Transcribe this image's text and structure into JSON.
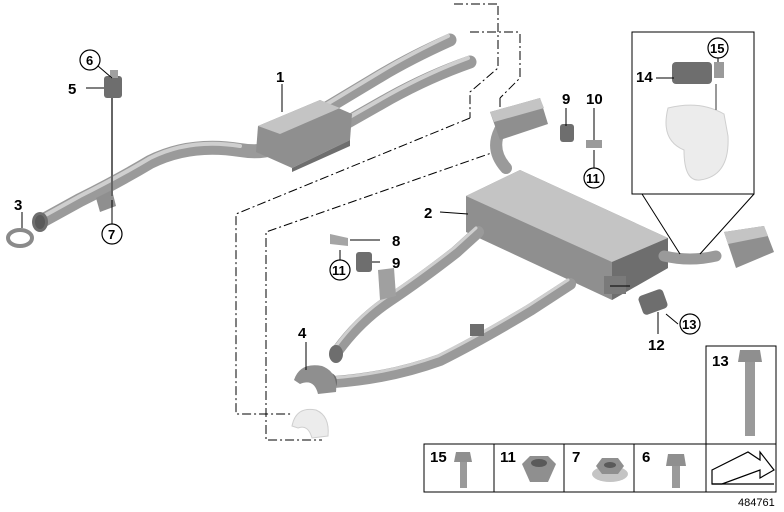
{
  "callouts": {
    "c1": "1",
    "c2": "2",
    "c3": "3",
    "c4": "4",
    "c5": "5",
    "c6": "6",
    "c7": "7",
    "c8": "8",
    "c9a": "9",
    "c9b": "9",
    "c10": "10",
    "c11a": "11",
    "c11b": "11",
    "c12": "12",
    "c13a": "13",
    "c14": "14",
    "c15a": "15"
  },
  "legend": {
    "items": [
      {
        "label": "15",
        "part": "bolt"
      },
      {
        "label": "11",
        "part": "nut"
      },
      {
        "label": "7",
        "part": "flange-nut"
      },
      {
        "label": "6",
        "part": "hex-bolt"
      },
      {
        "label": "13",
        "part": "long-bolt"
      }
    ]
  },
  "image_number": "484761",
  "colors": {
    "metal": "#8f8f8f",
    "ghost": "#ececec",
    "line": "#000000"
  }
}
